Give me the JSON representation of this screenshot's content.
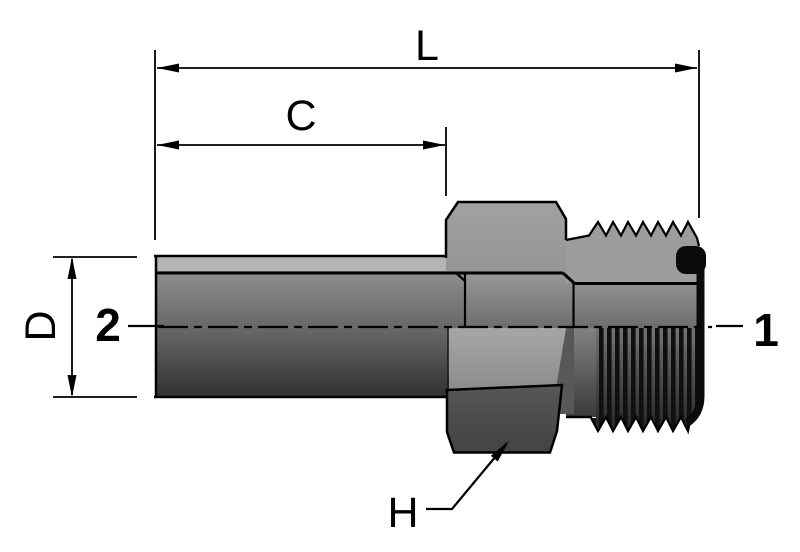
{
  "drawing": {
    "type": "technical-drawing",
    "description": "Male stud hydraulic adapter with tube stub, hex wrench flats, straight thread and O-ring seal",
    "labels": {
      "overall_length": "L",
      "shoulder_length": "C",
      "tube_diameter": "D",
      "hex_size": "H",
      "ref_port_end": "1",
      "ref_tube_end": "2"
    },
    "colors": {
      "background": "#ffffff",
      "line": "#000000",
      "metal_highlight": "#b5b5b5",
      "metal_light": "#9d9d9d",
      "metal_mid": "#7a7a7a",
      "metal_dark": "#4a4a4a",
      "o_ring": "#0a0a0a"
    }
  }
}
